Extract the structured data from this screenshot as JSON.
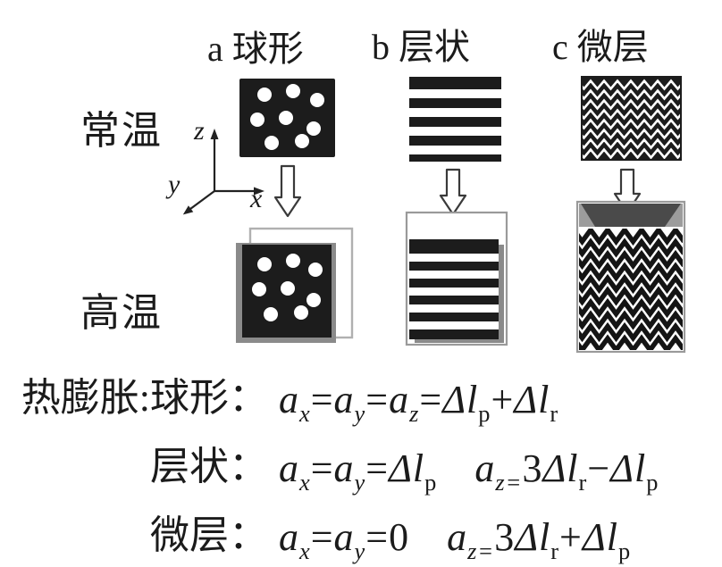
{
  "colors": {
    "ink": "#1c1c1c",
    "mid_gray": "#8a8a8a",
    "outline_gray": "#9a9a9a",
    "white": "#ffffff"
  },
  "headers": {
    "a": "a 球形",
    "b": "b 层状",
    "c": "c 微层"
  },
  "row_labels": {
    "room": "常温",
    "hot": "高温"
  },
  "axis": {
    "x": "x",
    "y": "y",
    "z": "z"
  },
  "equations": {
    "row1": {
      "label": "热膨胀:球形：",
      "math": "a{x}=a{y}=a{z}=Δl[p]+Δl[r]"
    },
    "row2": {
      "label": "层状：",
      "math1": "a{x}=a{y}=Δl[p]",
      "math2": "a{z=}3Δl[r]−Δl[p]"
    },
    "row3": {
      "label": "微层：",
      "math1": "a{x}=a{y}=0",
      "math2": "a{z=}3Δl[r]+Δl[p]"
    }
  }
}
